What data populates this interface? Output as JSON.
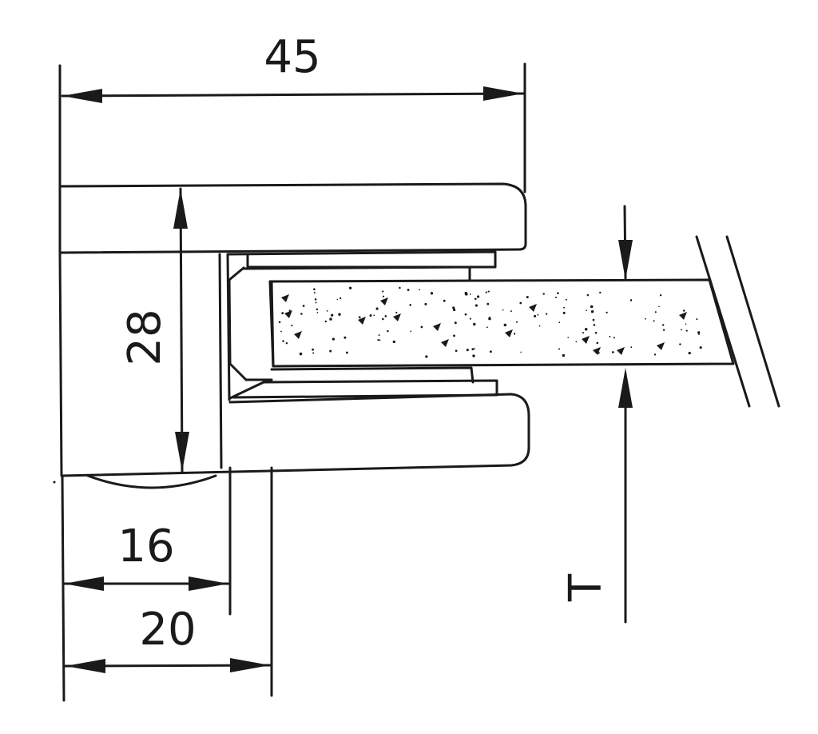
{
  "drawing": {
    "dimensions": {
      "width_total": "45",
      "height_clamp": "28",
      "depth_inner": "16",
      "depth_outer": "20",
      "glass_thickness": "T"
    },
    "colors": {
      "ink": "#1a1a1a",
      "background": "#ffffff"
    }
  }
}
